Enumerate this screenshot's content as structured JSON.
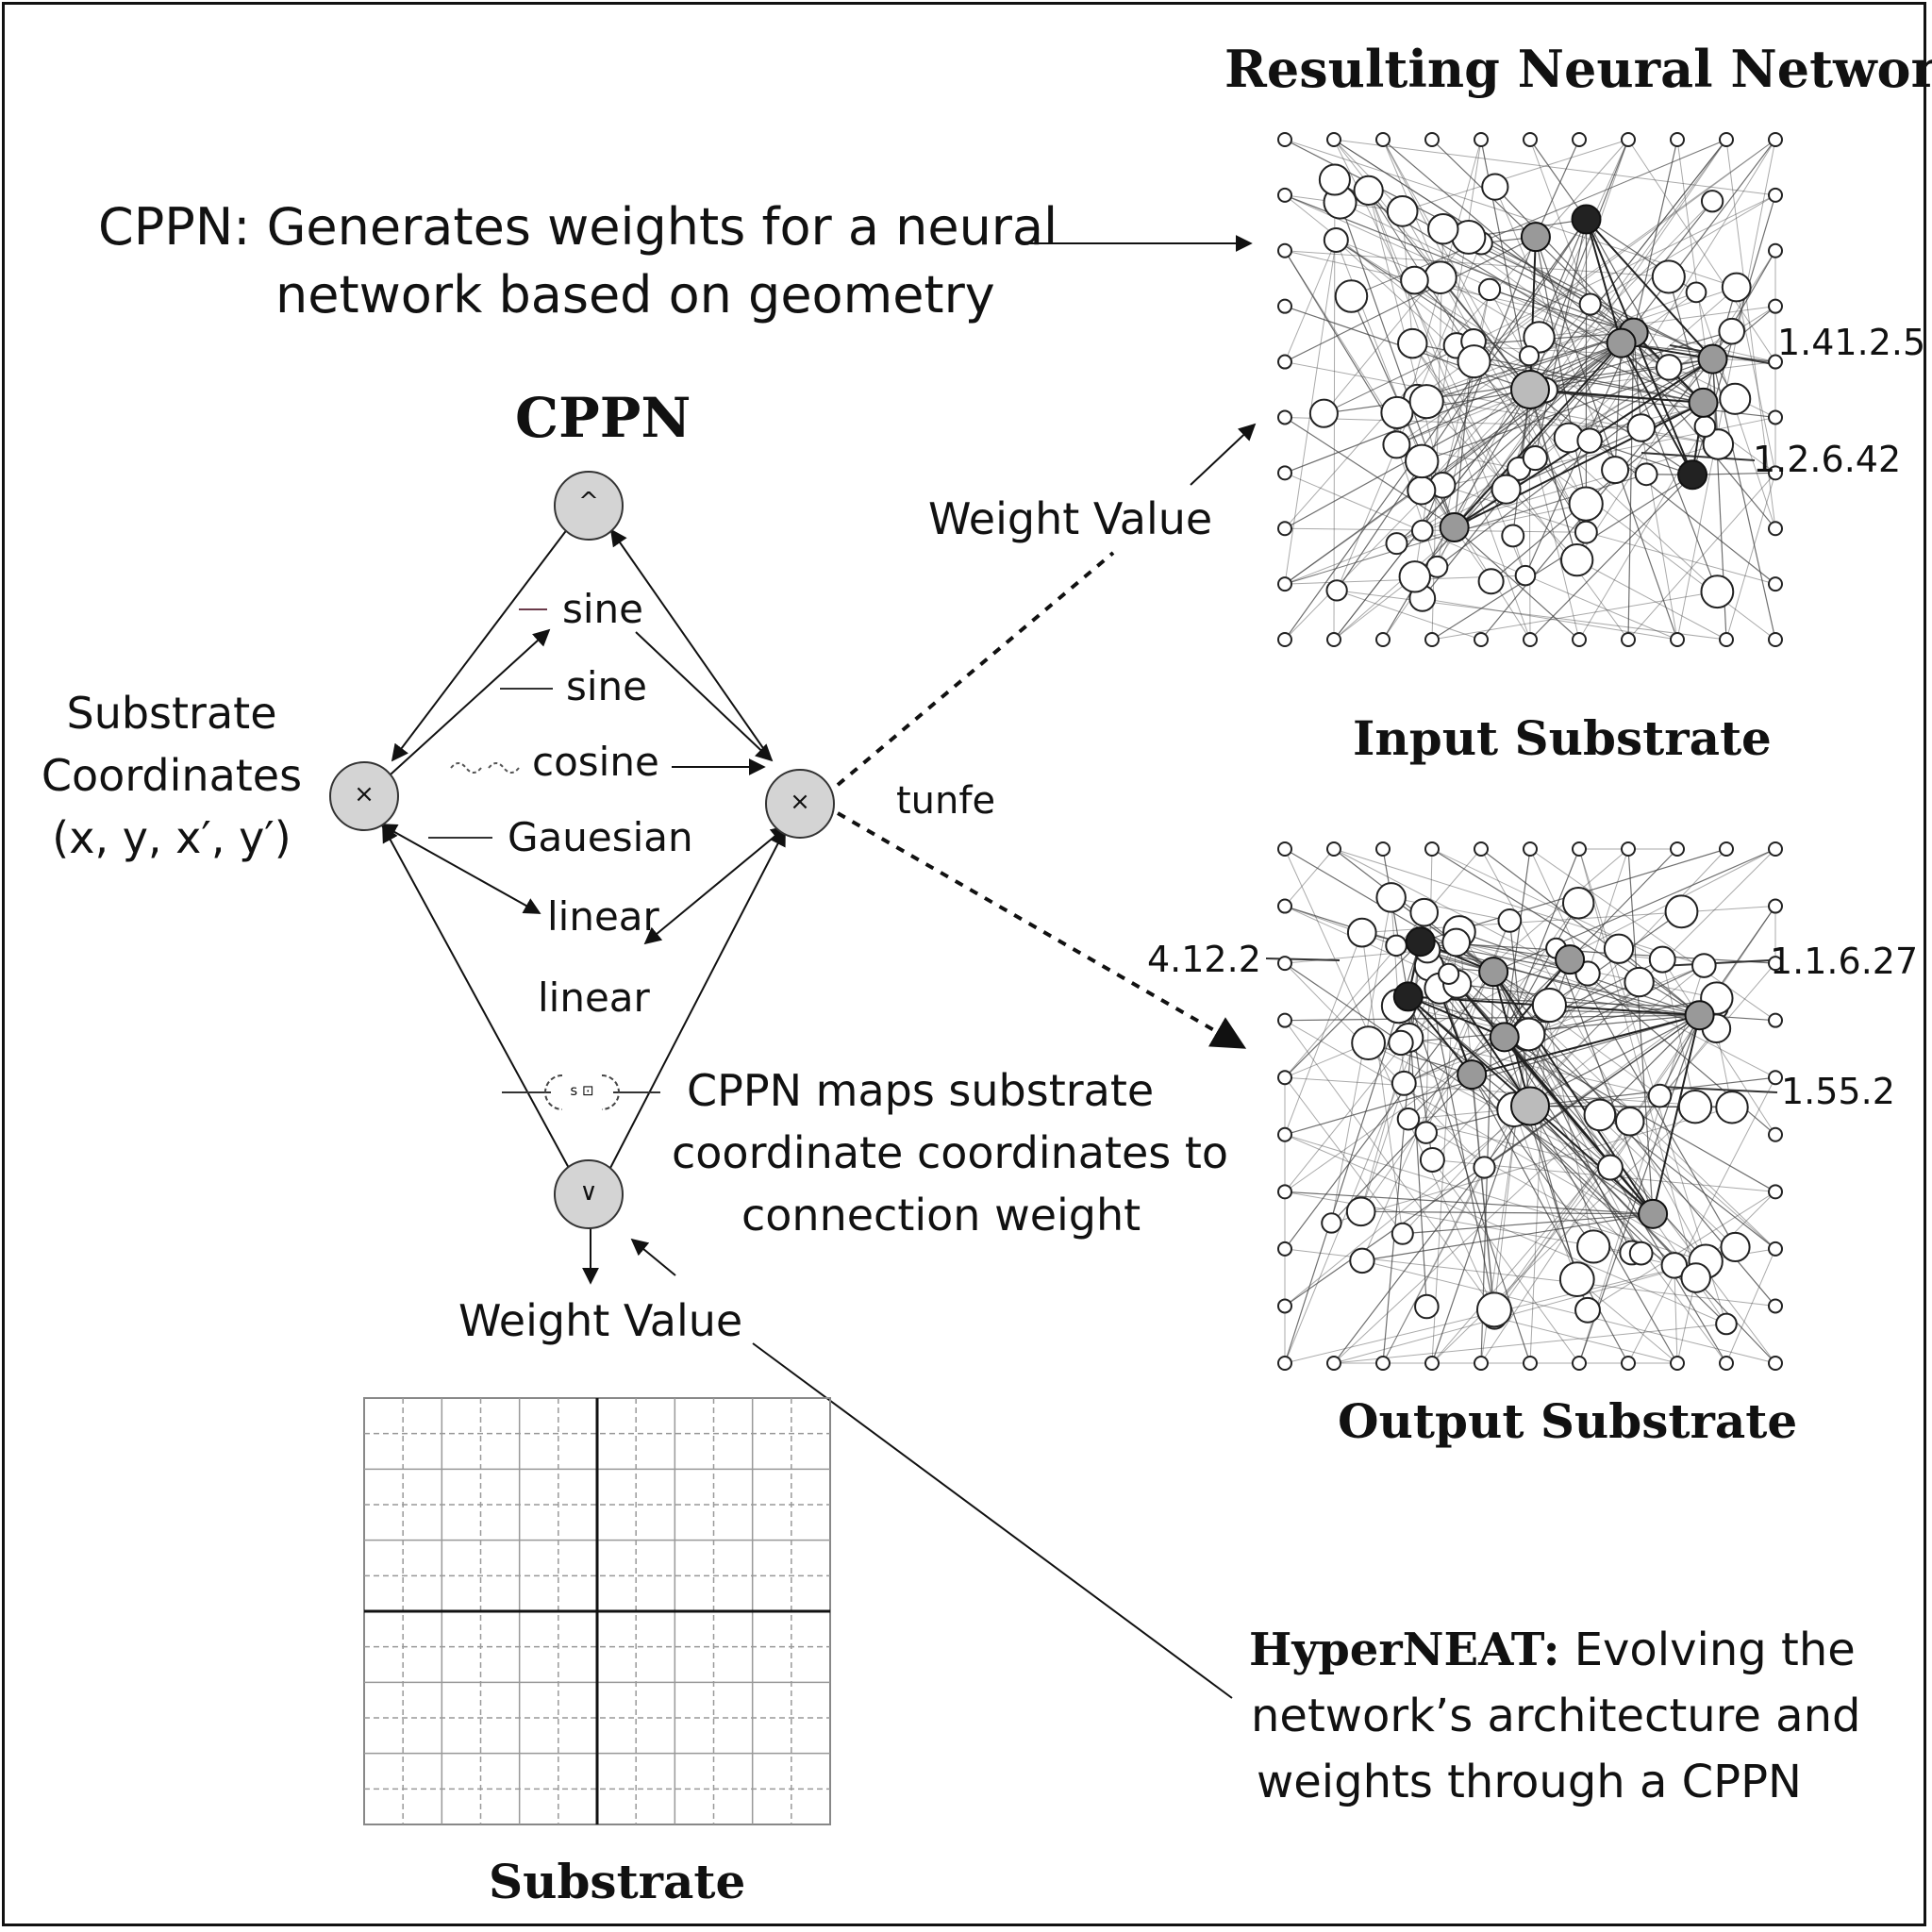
{
  "titles": {
    "network": "Resulting Neural Network",
    "cppn": "CPPN",
    "input_substrate": "Input Substrate",
    "output_substrate": "Output Substrate",
    "substrate": "Substrate"
  },
  "cppn_desc": {
    "line1": "CPPN: Generates weights for a neural",
    "line2": "network based on geometry"
  },
  "coords": {
    "line1": "Substrate",
    "line2": "Coordinates",
    "line3": "(x, y, x′, y′)"
  },
  "functions": [
    "sine",
    "sine",
    "cosine",
    "Gauesian",
    "linear",
    "linear"
  ],
  "node_symbols": {
    "top": "^",
    "left": "×",
    "right": "×",
    "bottom": "∨",
    "icon": "s ⊡"
  },
  "weight_value_right": "Weight Value",
  "weight_value_bottom": "Weight Value",
  "tunfe": "tunfe",
  "maps": {
    "line1": "CPPN maps substrate",
    "line2": "coordinate coordinates to",
    "line3": "connection weight"
  },
  "hyperneat": {
    "bold": "HyperNEAT:",
    "line1_rest": " Evolving the",
    "line2": "network’s architecture and",
    "line3": "weights through a CPPN"
  },
  "labels": {
    "in_a": "1.41.2.5",
    "in_b": "1.2.6.42",
    "out_left": "4.12.2",
    "out_a": "1.1.6.27",
    "out_b": "1.55.2"
  }
}
